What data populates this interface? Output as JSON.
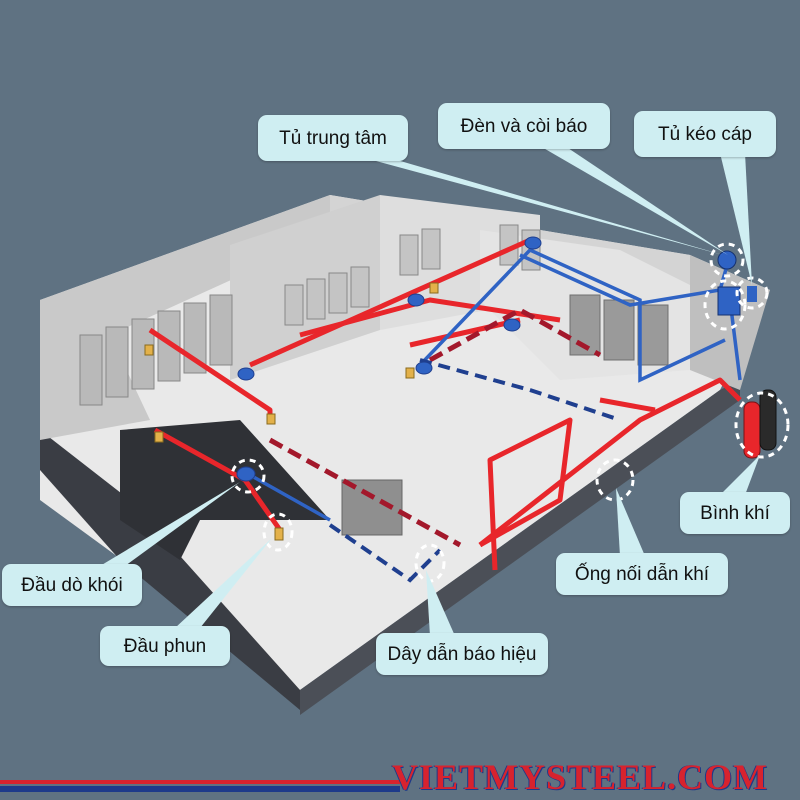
{
  "callouts": {
    "central_cabinet": "Tủ trung tâm",
    "light_and_siren": "Đèn và còi báo",
    "pull_cabinet": "Tủ kéo cáp",
    "gas_cylinder": "Bình khí",
    "gas_pipe": "Ống nối dẫn khí",
    "smoke_detector": "Đầu dò khói",
    "nozzle": "Đầu phun",
    "signal_wire": "Dây dẫn báo hiệu"
  },
  "branding": {
    "wordmark": "VIETMYSTEEL.COM"
  },
  "colors": {
    "background": "#5f7282",
    "callout_fill": "#cfeef2",
    "pipe_red": "#e8262b",
    "pipe_dark_red": "#a3182b",
    "wire_blue": "#2f63c4",
    "wire_dark_blue": "#1f3f8f",
    "building_wall": "#d9d9d9",
    "floor": "#e9e9e9"
  }
}
